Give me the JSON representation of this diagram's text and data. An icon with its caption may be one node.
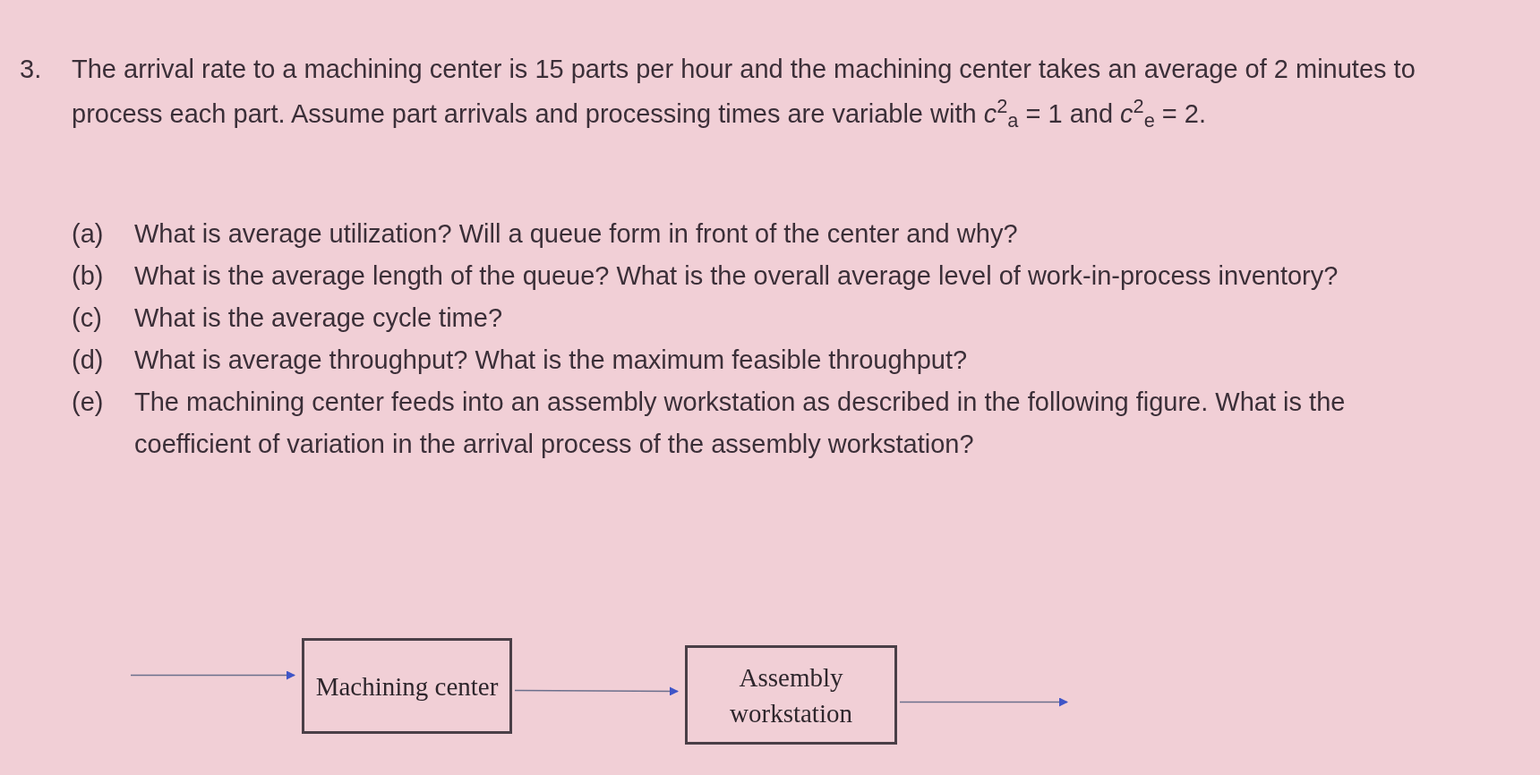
{
  "diagram": {
    "nodes": [
      {
        "text": [
          "Machining center"
        ]
      },
      {
        "text": [
          "Assembly workstation"
        ]
      }
    ],
    "edges": [
      {
        "from": null,
        "to": 0,
        "arrow": "to"
      },
      {
        "from": 0,
        "to": 1,
        "arrow": "to"
      },
      {
        "from": 1,
        "to": null,
        "arrow": "to"
      }
    ],
    "labels": [
      "3.",
      "The arrival rate to a machining center is 15 parts per hour and the machining center takes an average of 2 minutes to process each part. Assume part arrivals and processing times are variable with *c*$^{2}$$_{a}$ = 1 and *c*$^{2}$$_{e}$ = 2.",
      "(a)",
      "What is average utilization? Will a queue form in front of the center and why?",
      "(b)",
      "What is the average length of the queue? What is the overall average level of work-in-process inventory?",
      "(c)",
      "What is the average cycle time?",
      "(d)",
      "What is average throughput? What is the maximum feasible throughput?",
      "(e)",
      "The machining center feeds into an assembly workstation as described in the following figure. What is the coefficient of variation in the arrival process of the assembly workstation?"
    ]
  }
}
